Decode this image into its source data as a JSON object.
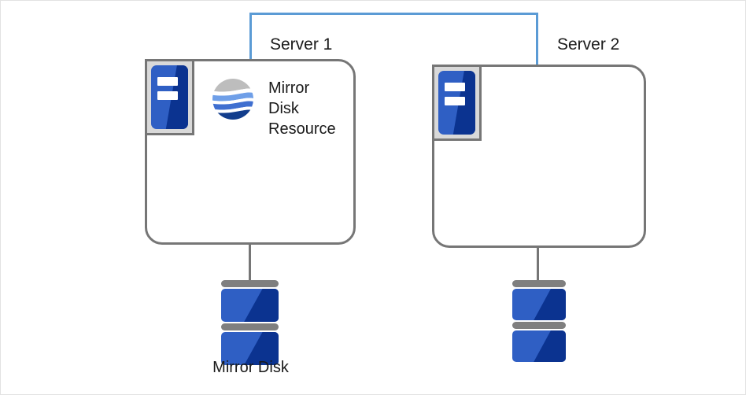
{
  "diagram": {
    "title_visible": false,
    "colors": {
      "cluster_link": "#5b9bd5",
      "box_border": "#767676",
      "icon_blue": "#2f5fc4",
      "icon_blue_dark": "#0b3390",
      "disk_bar_gray": "#7f7f7f",
      "icon_frame_gray": "#d9d9d9",
      "text": "#1a1a1a",
      "background": "#ffffff"
    },
    "cluster_link": {
      "name": "cluster-connection-bracket"
    },
    "servers": [
      {
        "label": "Server 1",
        "icon": "server-unit-icon",
        "resource": {
          "logo": "mirror-disk-resource-logo",
          "lines": [
            "Mirror",
            "Disk",
            "Resource"
          ]
        },
        "disk": {
          "icon": "disk-stack-icon",
          "caption": "Mirror Disk"
        }
      },
      {
        "label": "Server 2",
        "icon": "server-unit-icon",
        "resource": null,
        "disk": {
          "icon": "disk-stack-icon",
          "caption": ""
        }
      }
    ]
  }
}
